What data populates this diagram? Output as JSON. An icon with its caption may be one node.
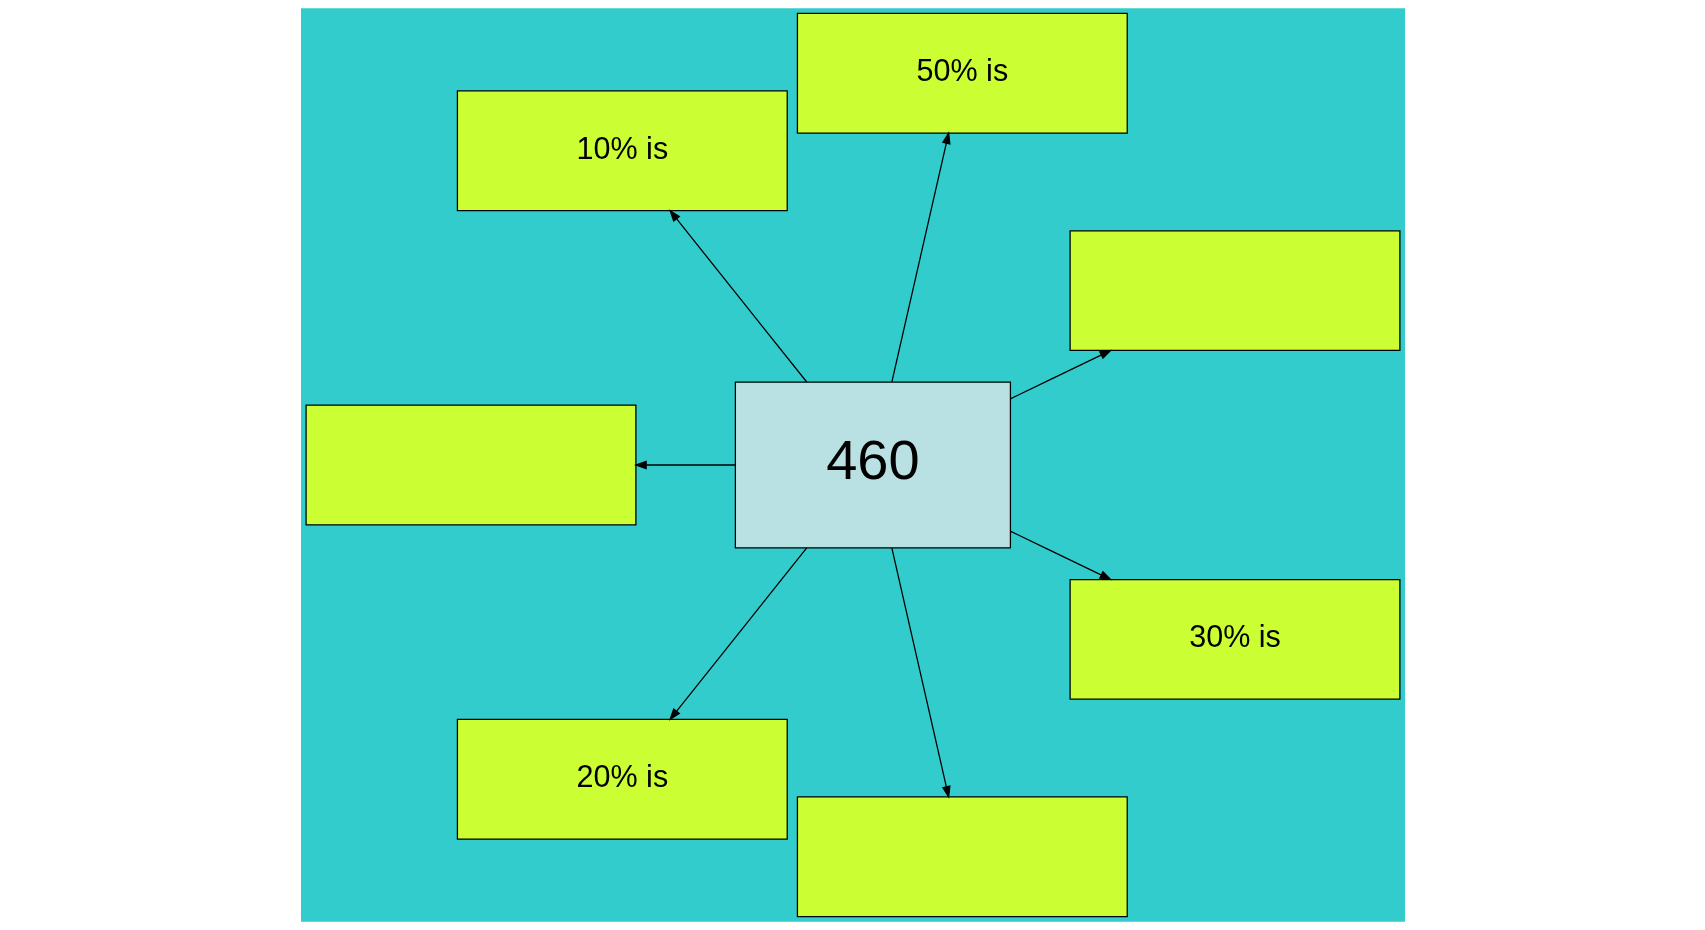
{
  "diagram": {
    "nodes": [
      {
        "text": [],
        "shape": "box"
      },
      {
        "text": [
          "50% is"
        ]
      },
      {
        "text": [
          "10% is"
        ]
      },
      {
        "text": [
          "460"
        ]
      },
      {
        "text": [],
        "shape": "box"
      },
      {
        "text": [
          "20% is"
        ]
      },
      {
        "text": [],
        "shape": "box"
      },
      {
        "text": [
          "30% is"
        ]
      }
    ],
    "edges": [
      {
        "from": 3,
        "to": 0,
        "arrow": "to"
      },
      {
        "from": 3,
        "to": 1,
        "arrow": "to"
      },
      {
        "from": 3,
        "to": 2,
        "arrow": "to"
      },
      {
        "from": 3,
        "to": 4,
        "arrow": "to"
      },
      {
        "from": 3,
        "to": 5,
        "arrow": "to"
      },
      {
        "from": 3,
        "to": 6,
        "arrow": "to"
      },
      {
        "from": 3,
        "to": 7,
        "arrow": "to"
      }
    ]
  }
}
